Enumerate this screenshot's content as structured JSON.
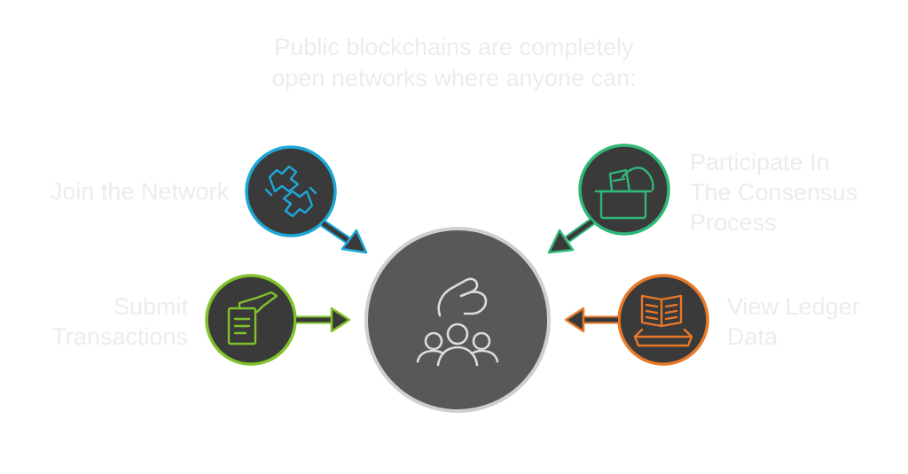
{
  "title": {
    "line1": "Public blockchains are completely",
    "line2": "open networks where anyone can:"
  },
  "items": [
    {
      "id": "join",
      "lines": [
        "Join the Network"
      ],
      "color": "#1ea7d6",
      "icon": "handshake-icon"
    },
    {
      "id": "participate",
      "lines": [
        "Participate In",
        "The Consensus",
        "Process"
      ],
      "color": "#2fb876",
      "icon": "ballot-box-icon"
    },
    {
      "id": "submit",
      "lines": [
        "Submit",
        "Transactions"
      ],
      "color": "#7fc22b",
      "icon": "hand-document-icon"
    },
    {
      "id": "view",
      "lines": [
        "View Ledger",
        "Data"
      ],
      "color": "#e8782a",
      "icon": "open-book-icon"
    }
  ],
  "center": {
    "icon": "community-hand-icon",
    "color": "#585858",
    "ring_color": "#cfcfcf"
  },
  "circle_fill": "#3a3a3a"
}
